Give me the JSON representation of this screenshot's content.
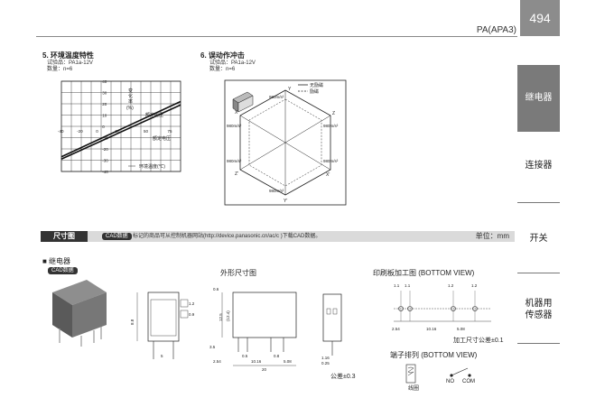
{
  "header": {
    "model": "PA(APA3)",
    "page_number": "494"
  },
  "sidebar": {
    "items": [
      {
        "label": "继电器",
        "active": true
      },
      {
        "label": "连接器",
        "active": false
      },
      {
        "label": "开关",
        "active": false
      },
      {
        "label": "机器用",
        "active": false
      },
      {
        "label": "传感器",
        "active": false
      }
    ]
  },
  "section5": {
    "title": "5. 环境温度特性",
    "cond1": "试验品：PA1a-12V",
    "cond2": "数量：n=6",
    "y_axis_label_1": "变",
    "y_axis_label_2": "化",
    "y_axis_label_3": "率",
    "y_axis_label_4": "(%)",
    "curve_label_1": "额定电压",
    "curve_label_2": "额定电压",
    "x_label": "环境温度(℃)"
  },
  "chart_data": {
    "type": "line",
    "title": "",
    "xlabel": "环境温度(℃)",
    "ylabel": "变化率(%)",
    "x_ticks": [
      -40,
      -20,
      0,
      20,
      50,
      75
    ],
    "y_ticks": [
      40,
      30,
      20,
      10,
      0,
      -10,
      -20,
      -30,
      -40
    ],
    "xlim": [
      -40,
      85
    ],
    "ylim": [
      -40,
      40
    ],
    "series": [
      {
        "name": "额定电压",
        "x": [
          -40,
          85
        ],
        "y": [
          -27,
          22
        ]
      },
      {
        "name": "额定电压",
        "x": [
          -40,
          85
        ],
        "y": [
          -29,
          19
        ]
      }
    ]
  },
  "section6": {
    "title": "6. 误动作冲击",
    "cond1": "试验品：PA1a-12V",
    "cond2": "数量：n=6",
    "legend_1": "无励磁",
    "legend_2": "励磁",
    "axis_y": "Y",
    "axis_y2": "Y'",
    "axis_x": "X",
    "axis_x2": "X'",
    "axis_z": "Z",
    "axis_z2": "Z'",
    "accel": "980m/s²"
  },
  "banner": {
    "label": "尺寸图",
    "cad": "CAD数据",
    "note": "标记的商品可从控制机器网站(http://device.panasonic.cn/ac/c )下载CAD数据。",
    "unit": "单位：mm"
  },
  "relay": {
    "heading": "■ 继电器",
    "cad": "CAD数据",
    "outline_title": "外形尺寸图",
    "pcb_title": "印刷板加工图 (BOTTOM VIEW)",
    "terminal_title": "端子排列 (BOTTOM VIEW)",
    "pcb_tol": "加工尺寸公差±0.1",
    "tol": "公差±0.3",
    "terminal_labels": [
      "线圈",
      "NO",
      "COM"
    ],
    "dims": {
      "d_0_6": "0.6",
      "d_1_2": "1.2",
      "d_0_9": "0.9",
      "d_12_5": "12.5",
      "d_12_4": "(12.4)",
      "d_3_5": "3.5",
      "d_0_5": "0.5",
      "d_0_8": "0.8",
      "d_2_54": "2.54",
      "d_10_16": "10.16",
      "d_5_08": "5.08",
      "d_20": "20",
      "d_5": "5",
      "d_8_8": "8.8",
      "d_1_16": "1.16",
      "d_0_25": "0.25",
      "pcb_2_54": "2.54",
      "pcb_10_16": "10.16",
      "pcb_5_08": "5.08",
      "hole_1_1": "1.1",
      "hole_1_2": "1.2"
    }
  }
}
